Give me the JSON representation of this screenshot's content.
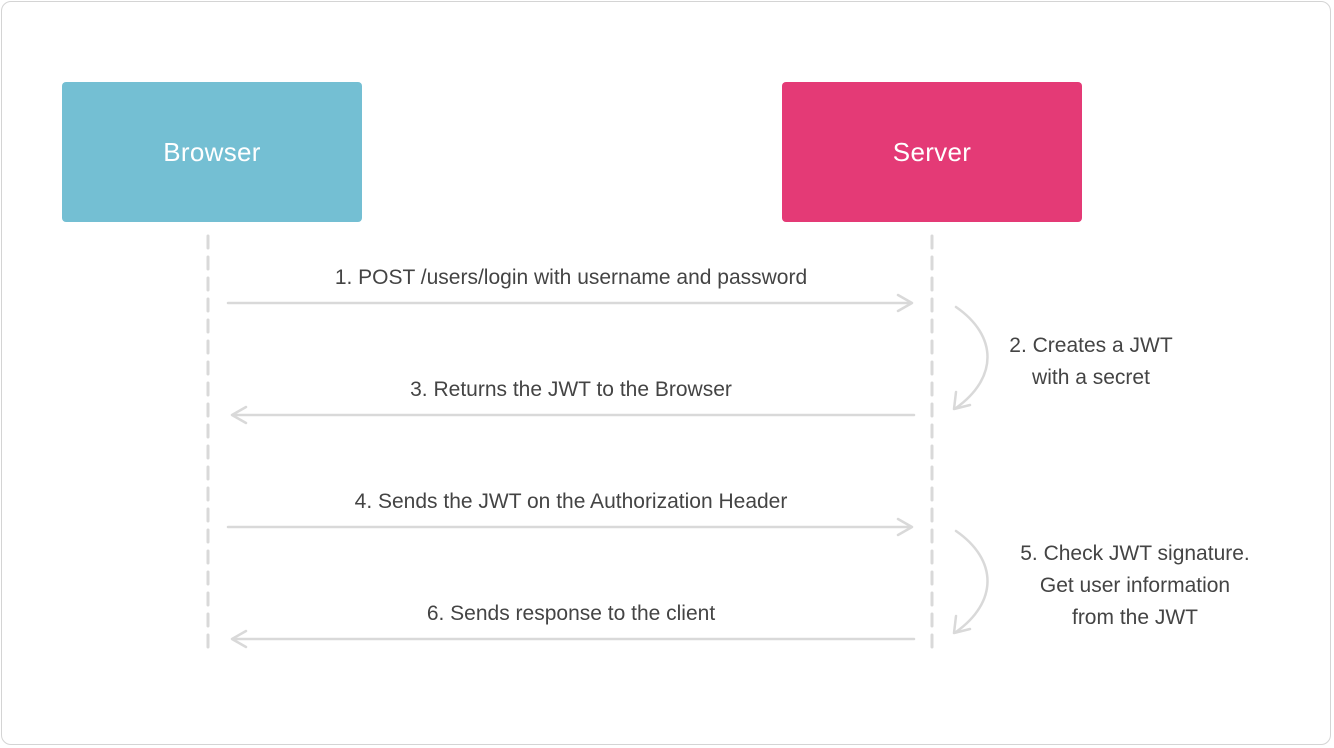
{
  "colors": {
    "browser": "#74bfd3",
    "server": "#e43a76",
    "line": "#d9d9d9",
    "text": "#444444"
  },
  "actors": {
    "browser": "Browser",
    "server": "Server"
  },
  "messages": [
    {
      "text": "1. POST /users/login with username and password",
      "direction": "to-server"
    },
    {
      "text": "3. Returns the JWT to the Browser",
      "direction": "to-browser"
    },
    {
      "text": "4. Sends the JWT on the Authorization Header",
      "direction": "to-server"
    },
    {
      "text": "6. Sends response to the client",
      "direction": "to-browser"
    }
  ],
  "server_notes": [
    {
      "lines": [
        "2. Creates a JWT",
        "with a secret"
      ]
    },
    {
      "lines": [
        "5. Check JWT signature.",
        "Get user information",
        "from the JWT"
      ]
    }
  ]
}
